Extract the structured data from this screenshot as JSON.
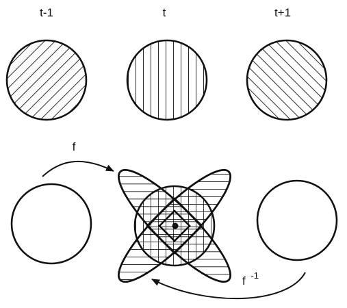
{
  "labels": {
    "t_minus_1": "t-1",
    "t": "t",
    "t_plus_1": "t+1",
    "f": "f",
    "f_inverse_base": "f",
    "f_inverse_exp": "-1"
  }
}
